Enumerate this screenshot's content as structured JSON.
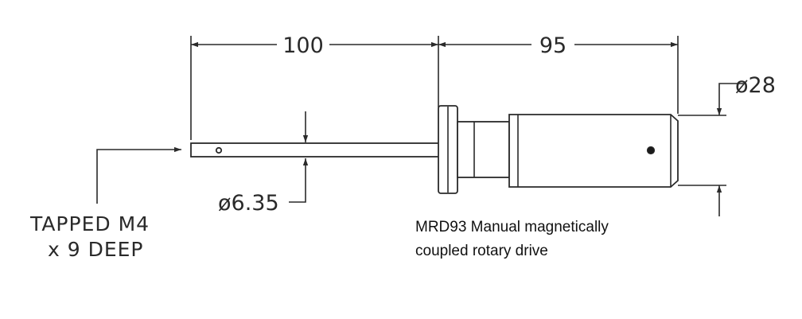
{
  "drawing": {
    "dimensions": {
      "length_left": "100",
      "length_right": "95",
      "diameter_body": "ø28",
      "diameter_shaft": "ø6.35"
    },
    "note_line1": "TAPPED M4",
    "note_line2": "x 9 DEEP",
    "caption_line1": "MRD93 Manual magnetically",
    "caption_line2": "coupled rotary drive"
  }
}
